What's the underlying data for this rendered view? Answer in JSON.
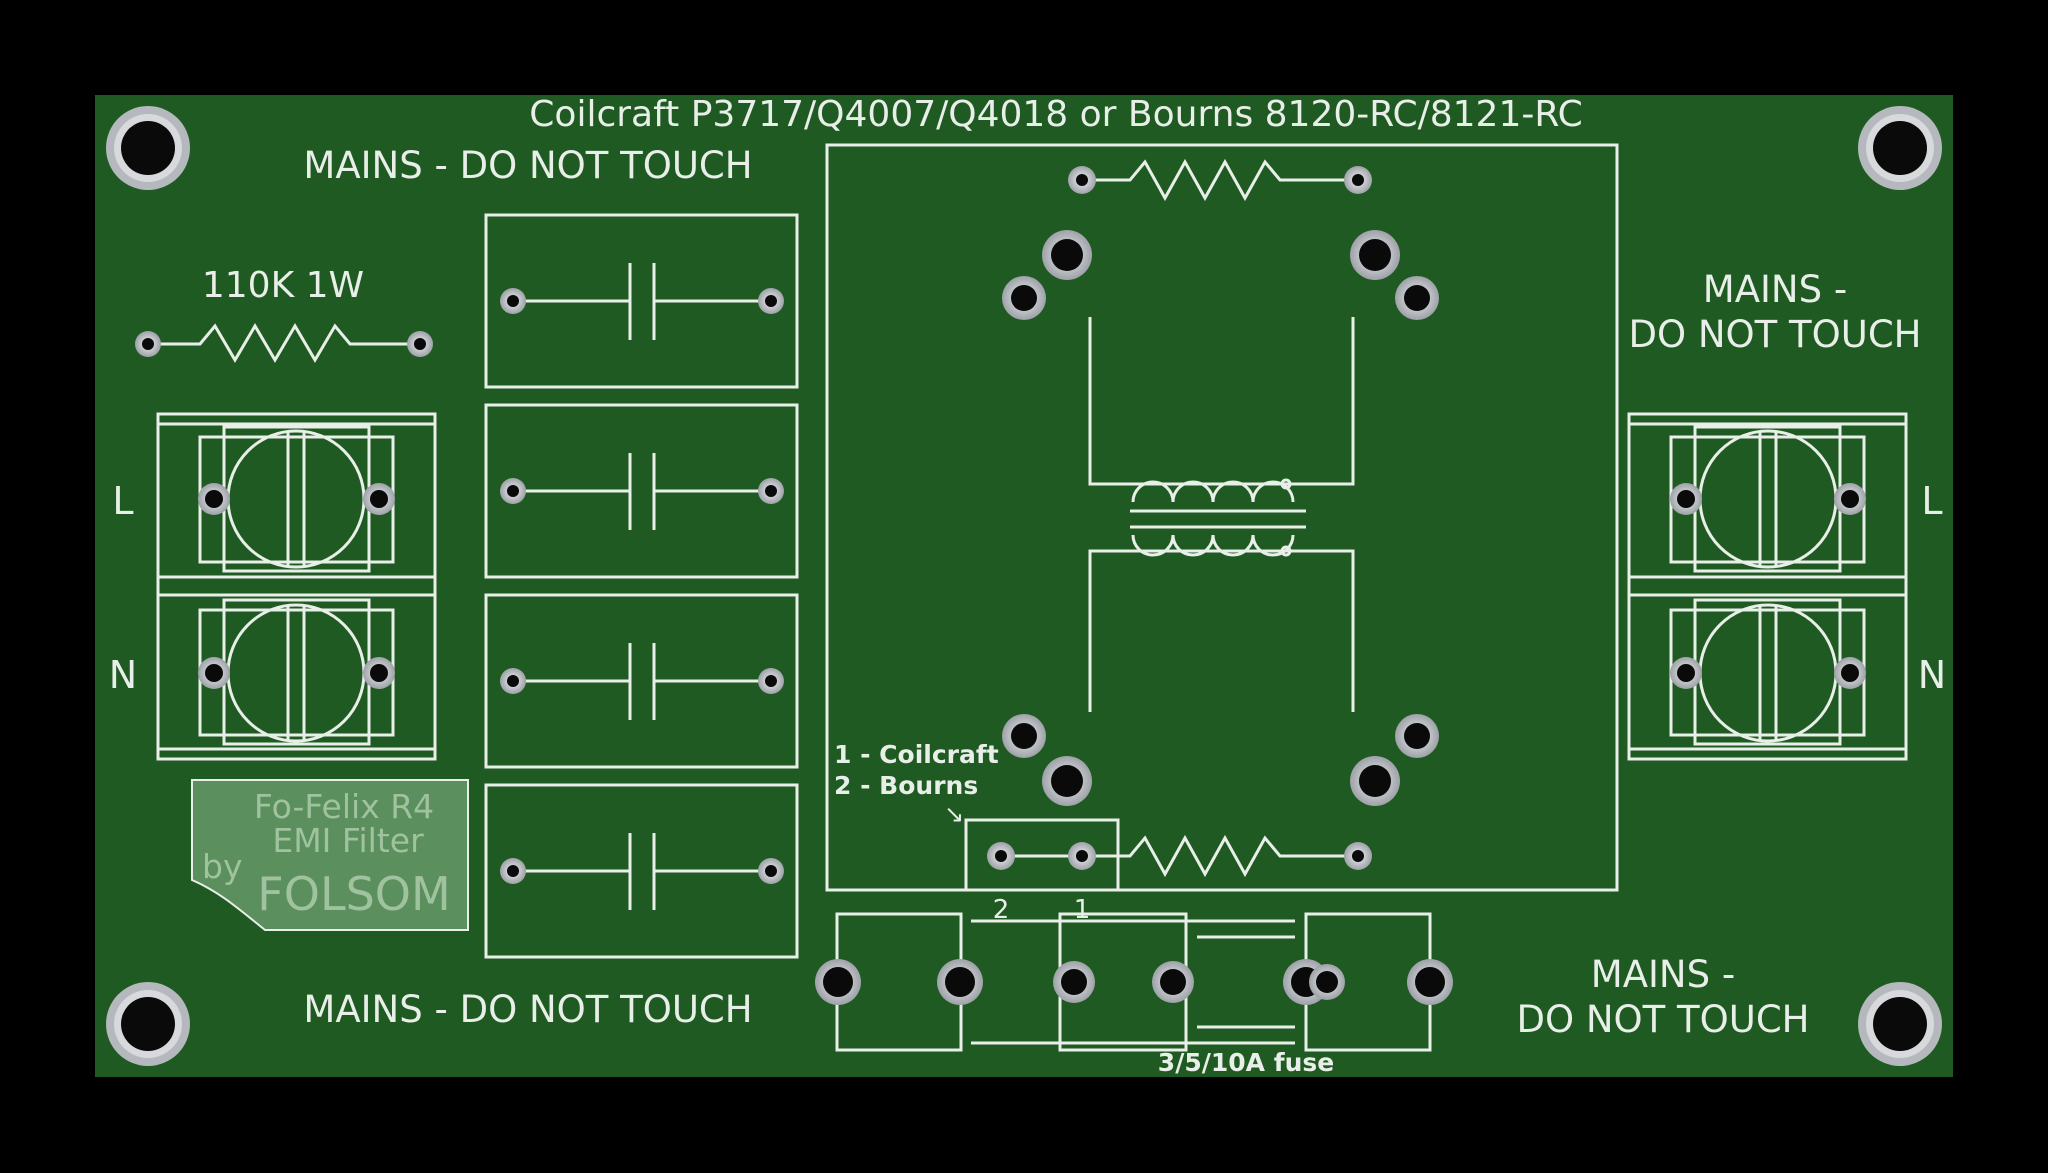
{
  "board": {
    "colors": {
      "background": "#000000",
      "pcb": "#1f5a22",
      "silkscreen": "#e8eee8",
      "pad_ring": "#c9ccd0",
      "hole": "#0a0a0a",
      "logo_fill": "#5c8f5e",
      "logo_text": "#9fc29f"
    },
    "title": "Coilcraft P3717/Q4007/Q4018 or Bourns 8120-RC/8121-RC",
    "warning_top_left": "MAINS - DO NOT TOUCH",
    "warning_bottom_left": "MAINS - DO NOT TOUCH",
    "warning_right_top": {
      "line1": "MAINS -",
      "line2": "DO NOT TOUCH"
    },
    "warning_right_bottom": {
      "line1": "MAINS -",
      "line2": "DO NOT TOUCH"
    },
    "resistor_label": "110K 1W",
    "terminal_left": {
      "l": "L",
      "n": "N"
    },
    "terminal_right": {
      "l": "L",
      "n": "N"
    },
    "choke_legend": {
      "line1": "1 - Coilcraft",
      "line2": "2 - Bourns",
      "arrow": "↘"
    },
    "jumper_labels": {
      "pos2": "2",
      "pos1": "1"
    },
    "fuse_label": "3/5/10A fuse",
    "logo": {
      "line1": "Fo-Felix R4",
      "line2": "EMI Filter",
      "by": "by",
      "brand": "FOLSOM"
    }
  }
}
